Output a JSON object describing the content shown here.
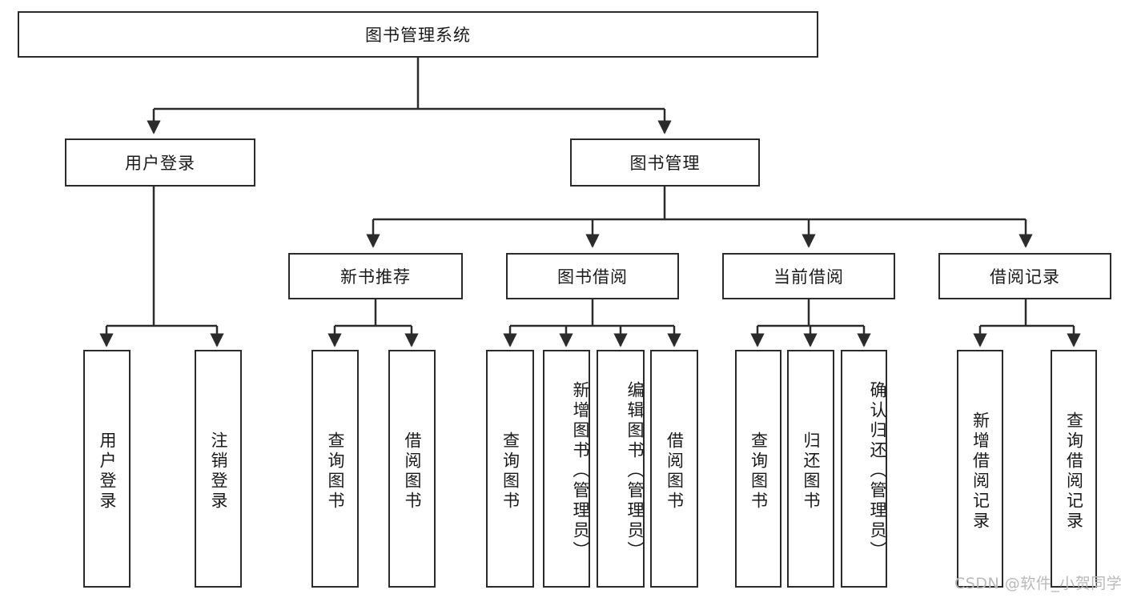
{
  "diagram": {
    "type": "tree-hierarchy",
    "title_node": "图书管理系统",
    "root": {
      "id": "root",
      "label": "图书管理系统"
    },
    "level2": [
      {
        "id": "user-login",
        "label": "用户登录"
      },
      {
        "id": "book-manage",
        "label": "图书管理"
      }
    ],
    "level3": [
      {
        "id": "new-book-recommend",
        "label": "新书推荐"
      },
      {
        "id": "book-borrow",
        "label": "图书借阅"
      },
      {
        "id": "current-borrow",
        "label": "当前借阅"
      },
      {
        "id": "borrow-record",
        "label": "借阅记录"
      }
    ],
    "leaves": {
      "user_login": [
        {
          "id": "leaf-user-login",
          "label": "用户登录"
        },
        {
          "id": "leaf-logout",
          "label": "注销登录"
        }
      ],
      "new_book_recommend": [
        {
          "id": "leaf-query-book-1",
          "label": "查询图书"
        },
        {
          "id": "leaf-borrow-book-1",
          "label": "借阅图书"
        }
      ],
      "book_borrow": [
        {
          "id": "leaf-query-book-2",
          "label": "查询图书"
        },
        {
          "id": "leaf-add-book",
          "label": "新增图书（管理员）"
        },
        {
          "id": "leaf-edit-book",
          "label": "编辑图书（管理员）"
        },
        {
          "id": "leaf-borrow-book-2",
          "label": "借阅图书"
        }
      ],
      "current_borrow": [
        {
          "id": "leaf-query-book-3",
          "label": "查询图书"
        },
        {
          "id": "leaf-return-book",
          "label": "归还图书"
        },
        {
          "id": "leaf-confirm-return",
          "label": "确认归还（管理员）"
        }
      ],
      "borrow_record": [
        {
          "id": "leaf-add-record",
          "label": "新增借阅记录"
        },
        {
          "id": "leaf-query-record",
          "label": "查询借阅记录"
        }
      ]
    }
  },
  "watermark": {
    "text": "CSDN @软件_小贺同学"
  },
  "colors": {
    "border": "#2b2b2b",
    "background": "#ffffff",
    "text": "#1a1a1a",
    "watermark": "#b9b9b9"
  }
}
